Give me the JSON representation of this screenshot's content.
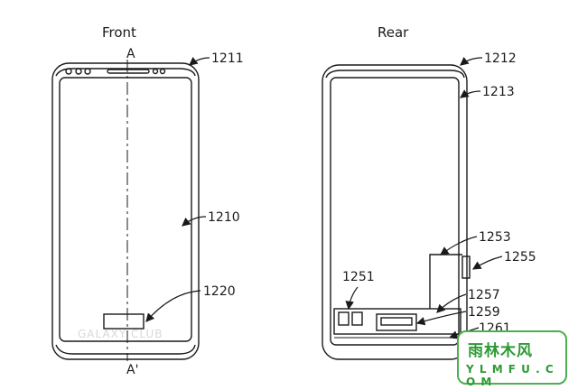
{
  "titles": {
    "front": "Front",
    "rear": "Rear"
  },
  "section_marks": {
    "top": "A",
    "bottom": "A'"
  },
  "labels": {
    "l1211": "1211",
    "l1210": "1210",
    "l1220": "1220",
    "l1212": "1212",
    "l1213": "1213",
    "l1253": "1253",
    "l1255": "1255",
    "l1251": "1251",
    "l1257": "1257",
    "l1259": "1259",
    "l1261": "1261"
  },
  "watermark": {
    "text": "GALAXY CLUB"
  },
  "logo": {
    "title": "雨林木风",
    "url": "Y L M F U . C O M"
  },
  "colors": {
    "line": "#1a1a1a",
    "logo_green": "#2e9a36"
  }
}
